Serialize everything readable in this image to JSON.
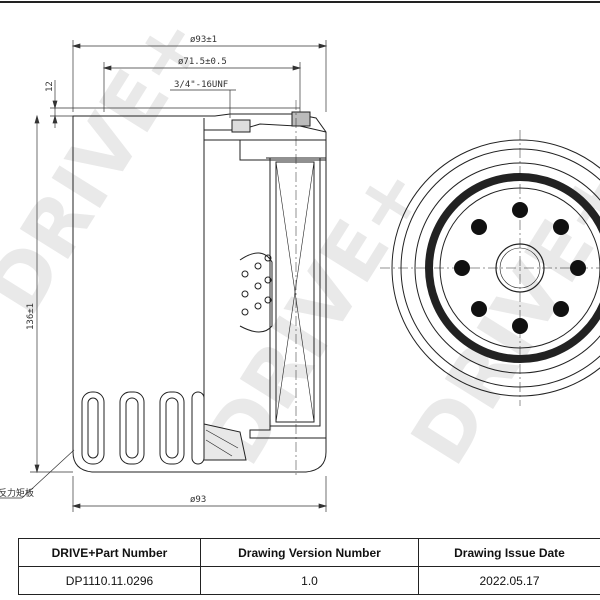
{
  "drawing": {
    "dimensions": {
      "outer_top_diameter": "ø93±1",
      "gasket_diameter": "ø71.5±0.5",
      "thread": "3/4\"-16UNF",
      "top_height": "12",
      "total_height": "136±1",
      "bottom_diameter": "ø93"
    },
    "callout_label": "反力矩板",
    "watermark": "DRIVE+"
  },
  "info_table": {
    "headers": [
      "DRIVE+Part Number",
      "Drawing Version Number",
      "Drawing Issue Date"
    ],
    "values": [
      "DP1110.11.0296",
      "1.0",
      "2022.05.17"
    ]
  },
  "colors": {
    "line": "#222222",
    "watermark": "#e9e9e9",
    "hole": "#111111"
  }
}
